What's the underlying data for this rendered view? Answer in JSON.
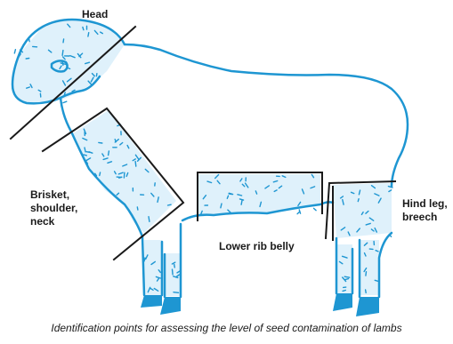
{
  "labels": {
    "head": "Head",
    "brisket": "Brisket,\nshoulder,\nneck",
    "belly": "Lower rib belly",
    "hind": "Hind leg,\nbreech"
  },
  "caption": "Identification points for assessing the level of seed contamination of lambs",
  "colors": {
    "outline": "#1e96d2",
    "seed": "#1e96d2",
    "contaminated_fill": "#dff1fb",
    "hoof": "#1e96d2",
    "zone_line": "#1a1a1a"
  }
}
